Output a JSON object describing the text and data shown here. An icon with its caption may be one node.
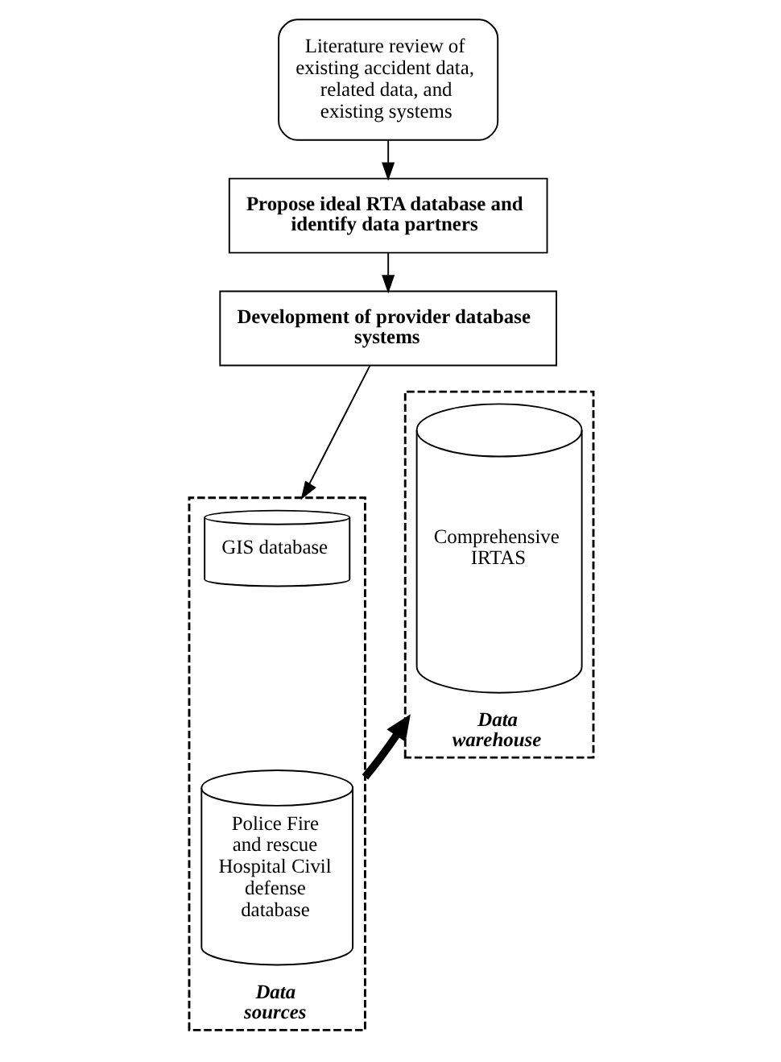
{
  "diagram": {
    "nodes": [
      {
        "text": [
          "Literature review of existing accident data, related data, and existing systems"
        ]
      },
      {
        "text": [
          "Propose ideal RTA database and identify data partners"
        ]
      },
      {
        "text": [
          "Development of provider database systems"
        ]
      },
      {
        "text": [
          "Data sources"
        ]
      },
      {
        "text": [
          "GIS database"
        ],
        "in": 3
      },
      {
        "text": [
          "Police Fire and rescue Hospital Civil defense database"
        ],
        "in": 3
      },
      {
        "text": [
          "Data warehouse"
        ]
      },
      {
        "text": [
          "Comprehensive IRTAS"
        ],
        "in": 6
      }
    ],
    "edges": [
      {
        "from": 0,
        "to": 1,
        "arrow": "to"
      },
      {
        "from": 1,
        "to": 2,
        "arrow": "to"
      },
      {
        "from": 2,
        "to": 3,
        "arrow": "to"
      },
      {
        "from": 3,
        "to": 6,
        "arrow": "to",
        "style": "thick"
      }
    ]
  }
}
